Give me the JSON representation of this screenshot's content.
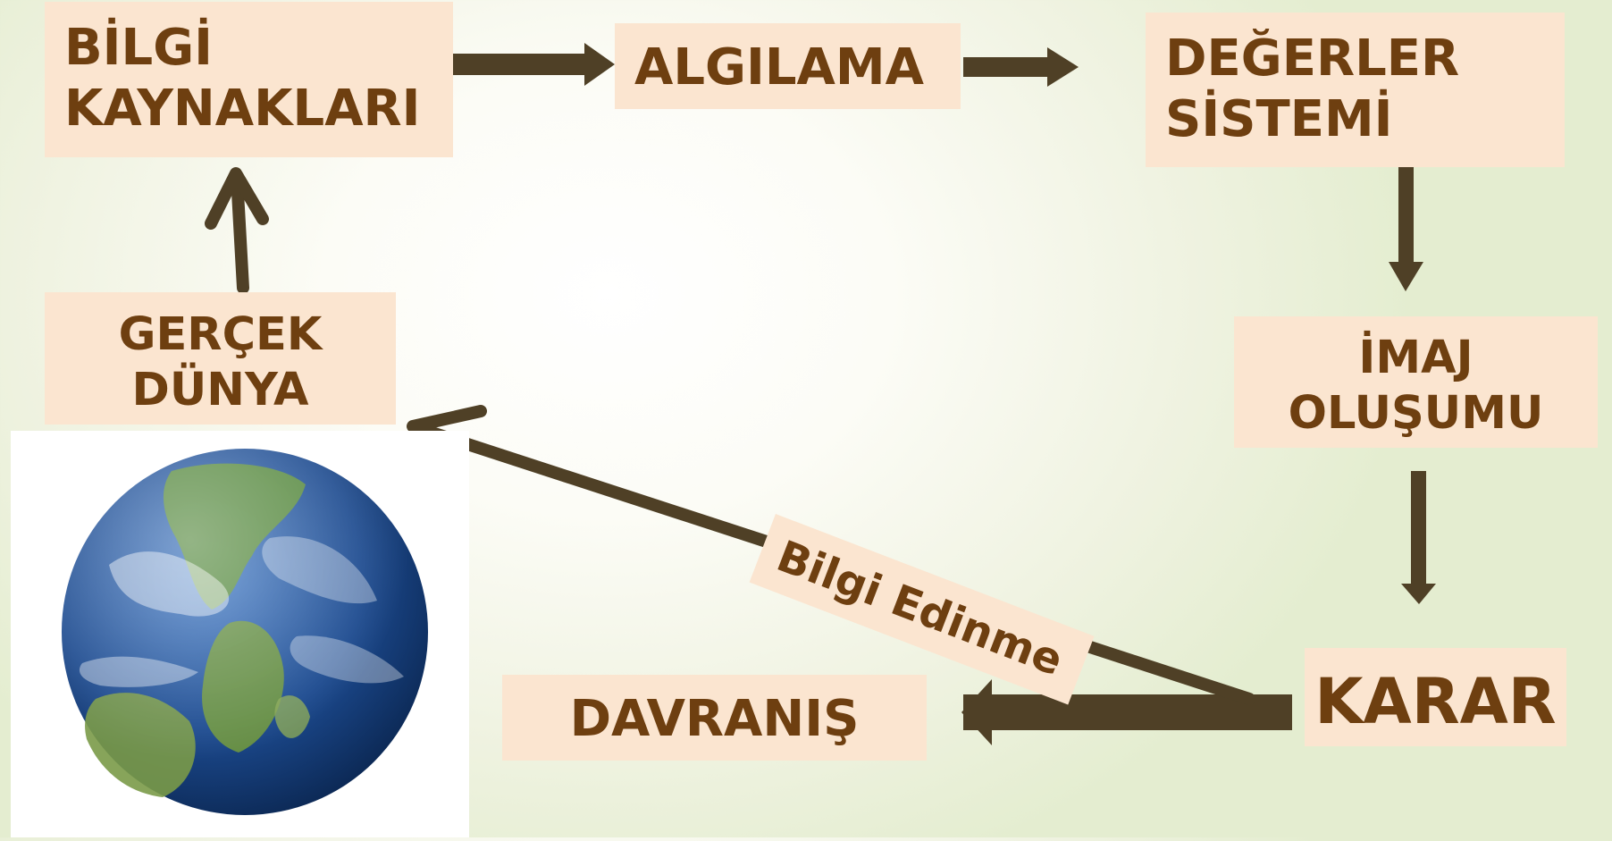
{
  "nodes": {
    "bilgi_kaynaklari": [
      "BİLGİ",
      "KAYNAKLARI"
    ],
    "algilama": "ALGILAMA",
    "degerler_sistemi": [
      "DEĞERLER",
      "SİSTEMİ"
    ],
    "imaj_olusumu": [
      "İMAJ",
      "OLUŞUMU"
    ],
    "karar": "KARAR",
    "davranis": "DAVRANIŞ",
    "gercek_dunya": [
      "GERÇEK",
      "DÜNYA"
    ]
  },
  "edge_labels": {
    "bilgi_edinme": "Bilgi Edinme"
  },
  "colors": {
    "box_fill": "#fbe5d0",
    "text": "#6e3f10",
    "arrow": "#4f4026"
  },
  "icons": {
    "earth": "earth-globe-icon"
  }
}
